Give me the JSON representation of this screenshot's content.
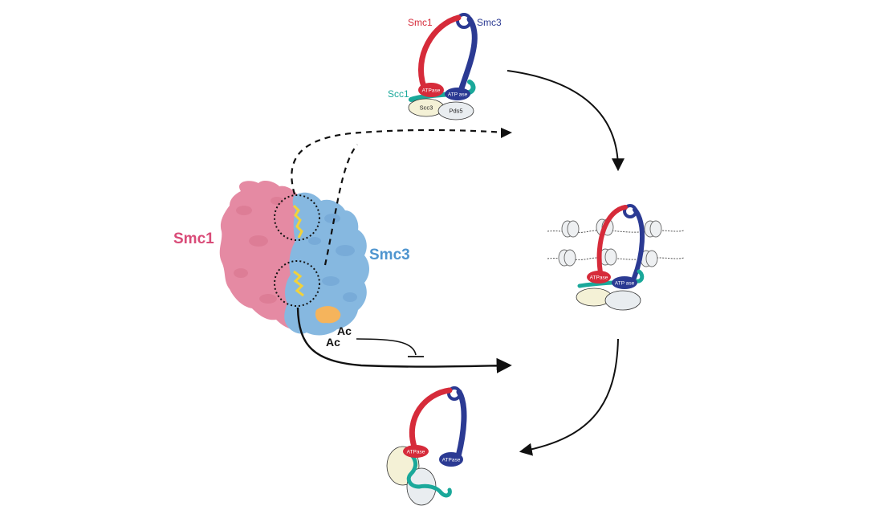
{
  "labels": {
    "smc1_top": "Smc1",
    "smc3_top": "Smc3",
    "scc1": "Scc1",
    "scc3": "Scc3",
    "pds5": "Pds5",
    "atpase": "ATPase",
    "atpase_split_a": "ATP",
    "atpase_split_b": "ase",
    "smc1_surface": "Smc1",
    "smc3_surface": "Smc3",
    "ac1": "Ac",
    "ac2": "Ac"
  },
  "colors": {
    "smc1": "#d62b3a",
    "smc3": "#2b3a93",
    "scc1": "#1aa89a",
    "smc1_surface": "#e58aa3",
    "smc3_surface": "#86b8e0",
    "ligand": "#f2d23a",
    "acetyl": "#f5b45c",
    "scc3": "#f4f1d6",
    "pds5": "#e9edf0",
    "label_smc1": "#d94b78",
    "label_smc3": "#4f95cf"
  }
}
